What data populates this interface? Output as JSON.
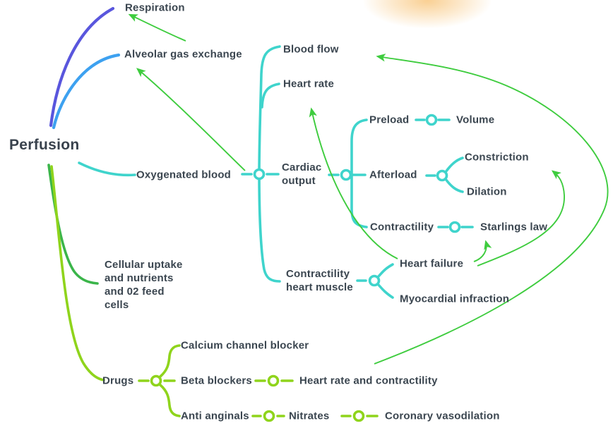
{
  "diagram": {
    "type": "mindmap",
    "root_label": "Perfusion"
  },
  "labels": {
    "perfusion": "Perfusion",
    "respiration": "Respiration",
    "alveolar_gas_exchange": "Alveolar gas exchange",
    "oxygenated_blood": "Oxygenated blood",
    "blood_flow": "Blood flow",
    "heart_rate": "Heart rate",
    "cardiac_output": "Cardiac\noutput",
    "preload": "Preload",
    "volume": "Volume",
    "afterload": "Afterload",
    "constriction": "Constriction",
    "dilation": "Dilation",
    "contractility": "Contractility",
    "starlings_law": "Starlings law",
    "cellular_uptake": "Cellular uptake\nand nutrients\nand 02 feed\ncells",
    "contractility_heart_muscle": "Contractility\nheart muscle",
    "heart_failure": "Heart failure",
    "myocardial_infraction": "Myocardial infraction",
    "drugs": "Drugs",
    "calcium_channel_blocker": "Calcium channel blocker",
    "beta_blockers": "Beta blockers",
    "heart_rate_and_contractility": "Heart rate and contractility",
    "anti_anginals": "Anti anginals",
    "nitrates": "Nitrates",
    "coronary_vasodilation": "Coronary vasodilation"
  },
  "hierarchy": {
    "Perfusion": {
      "Respiration": {},
      "Alveolar gas exchange": {},
      "Oxygenated blood": {
        "Blood flow": {},
        "Heart rate": {},
        "Cardiac output": {
          "Preload": {
            "Volume": {}
          },
          "Afterload": {
            "Constriction": {},
            "Dilation": {}
          },
          "Contractility": {
            "Starlings law": {}
          }
        },
        "Contractility heart muscle": {
          "Heart failure": {},
          "Myocardial infraction": {}
        }
      },
      "Cellular uptake and nutrients and 02 feed cells": {},
      "Drugs": {
        "Calcium channel blocker": {},
        "Beta blockers": {
          "Heart rate and contractility": {}
        },
        "Anti anginals": {
          "Nitrates": {
            "Coronary vasodilation": {}
          }
        }
      }
    }
  },
  "cross_link_arrows": [
    {
      "from": "Alveolar gas exchange",
      "to": "Respiration"
    },
    {
      "from": "Cardiac output",
      "to": "Alveolar gas exchange"
    },
    {
      "from": "Heart failure",
      "to": "Heart rate"
    },
    {
      "from": "Heart failure",
      "to": "Starlings law"
    },
    {
      "from": "Heart failure",
      "to": "Constriction"
    },
    {
      "from": "Heart rate and contractility",
      "to": "Blood flow"
    }
  ],
  "colors": {
    "text": "#3b4650",
    "branch_respiration": "#5956dd",
    "branch_alveolar": "#3da1f0",
    "branch_teal": "#3fd4cc",
    "branch_cellular": "#3bb54a",
    "branch_drugs": "#8fd41c",
    "arrow_green": "#3ecc3e",
    "top_glow": "#f5a93b",
    "background": "#ffffff"
  }
}
